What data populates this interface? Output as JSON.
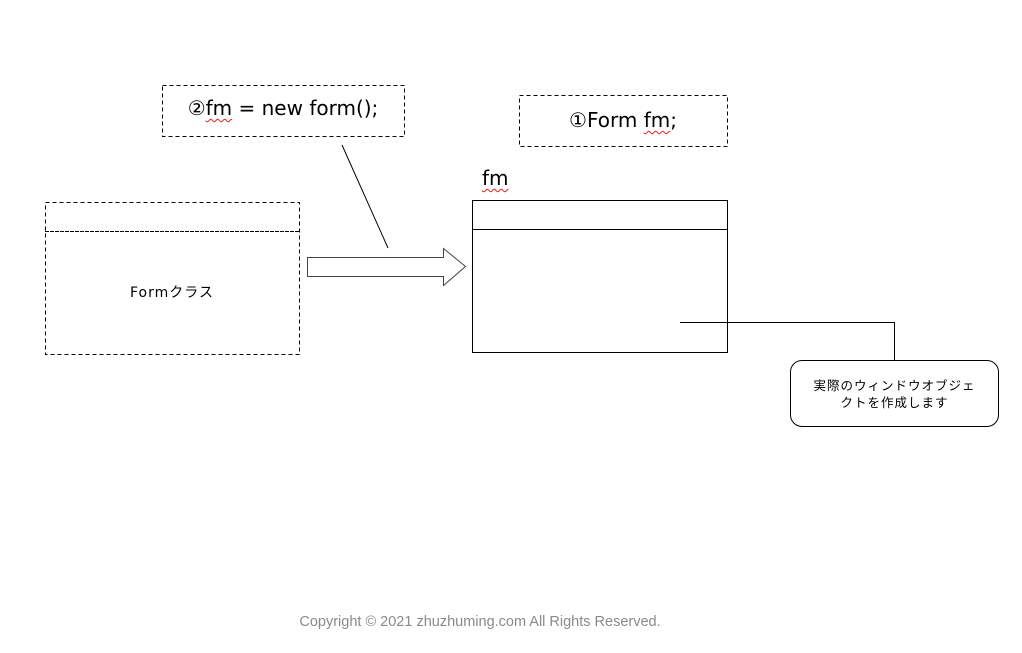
{
  "labels": {
    "step2_code_prefix": "②",
    "step2_var": "fm",
    "step2_code_rest": " = new form();",
    "step1_code_prefix": "①Form ",
    "step1_var": "fm",
    "step1_code_rest": ";",
    "instance_label": "fm",
    "class_box_label": "Formクラス",
    "note_line1": "実際のウィンドウオブジェ",
    "note_line2": "クトを作成します"
  },
  "footer": {
    "copyright": "Copyright © 2021 zhuzhuming.com All Rights Reserved."
  }
}
